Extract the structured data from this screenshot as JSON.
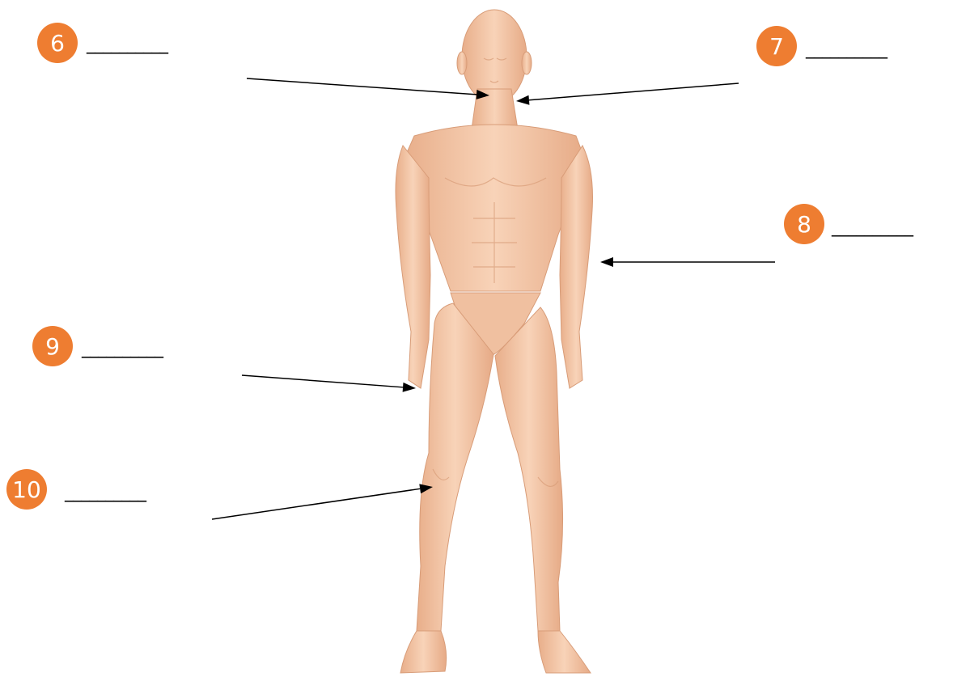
{
  "colors": {
    "badge": "#EE7D31",
    "skin": "#F3C7A6",
    "skin_shadow": "#D89C78",
    "arrow": "#000000"
  },
  "labels": [
    {
      "id": "6",
      "number": "6",
      "blank": "__________",
      "points_to": "chin"
    },
    {
      "id": "7",
      "number": "7",
      "blank": "__________",
      "points_to": "neck"
    },
    {
      "id": "8",
      "number": "8",
      "blank": "__________",
      "points_to": "elbow"
    },
    {
      "id": "9",
      "number": "9",
      "blank": "__________",
      "points_to": "hand"
    },
    {
      "id": "10",
      "number": "10",
      "blank": "__________",
      "points_to": "knee"
    }
  ]
}
